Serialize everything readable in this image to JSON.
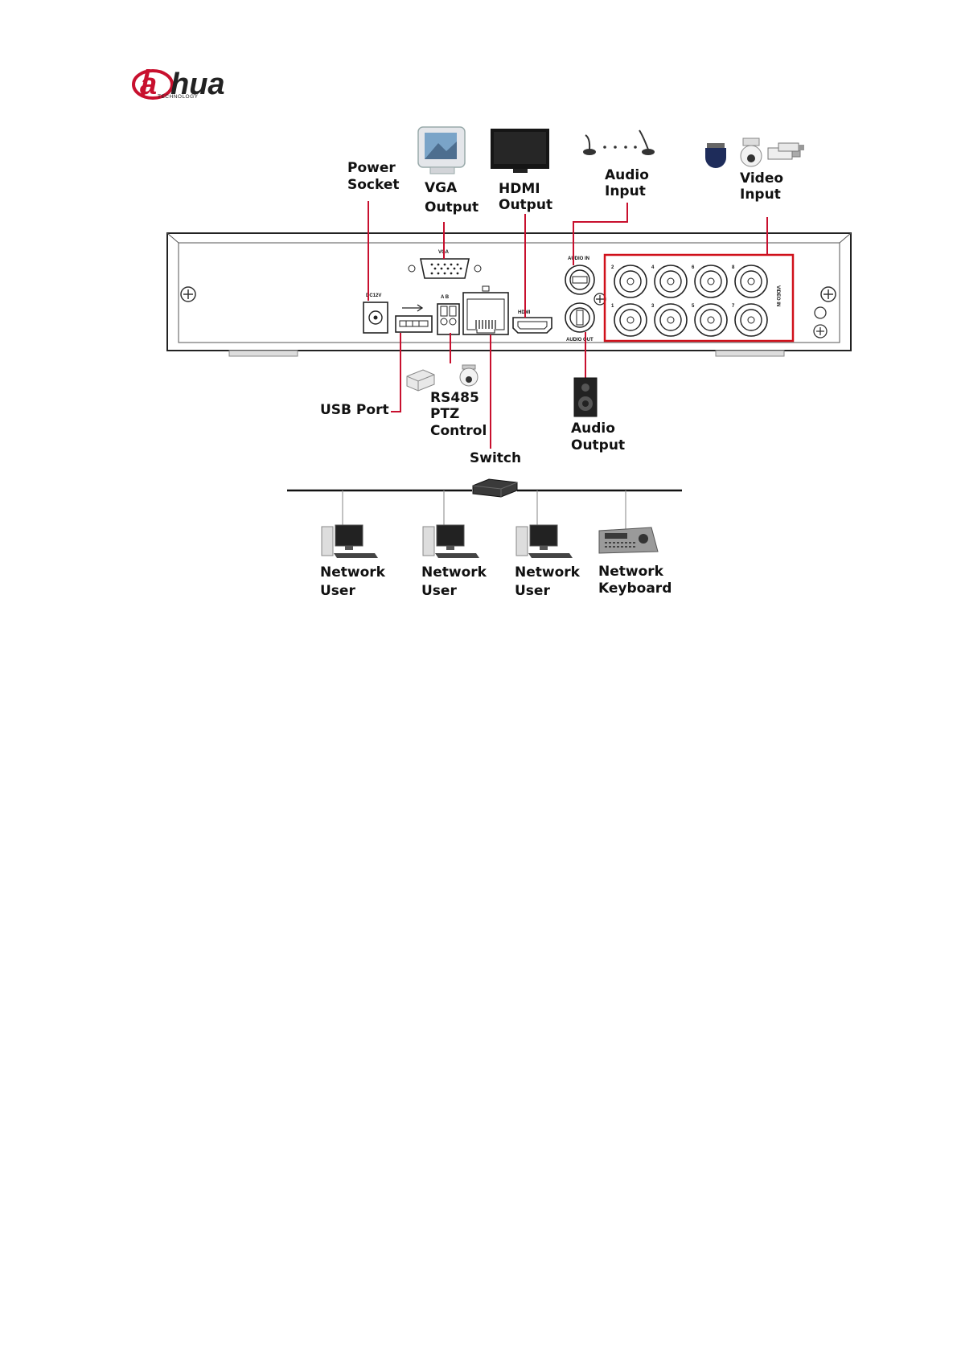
{
  "logo": {
    "brand_left": "a",
    "brand_right": "hua",
    "sub": "TECHNOLOGY",
    "color": "#c8102e"
  },
  "labels": {
    "power_socket": [
      "Power",
      "Socket"
    ],
    "vga_output": [
      "VGA",
      "Output"
    ],
    "hdmi_output": [
      "HDMI",
      "Output"
    ],
    "audio_input": [
      "Audio",
      "Input"
    ],
    "video_input": [
      "Video",
      "Input"
    ],
    "usb_port": "USB Port",
    "rs485": [
      "RS485",
      "PTZ",
      "Control"
    ],
    "audio_output": [
      "Audio",
      "Output"
    ],
    "switch": "Switch",
    "network_users": [
      [
        "Network",
        "User"
      ],
      [
        "Network",
        "User"
      ],
      [
        "Network",
        "User"
      ]
    ],
    "network_keyboard": [
      "Network",
      "Keyboard"
    ]
  },
  "panel_markings": {
    "vga": "VGA",
    "hdmi": "HDMI",
    "audio_in": "AUDIO IN",
    "audio_out": "AUDIO OUT",
    "video_in": "VIDEO IN",
    "power": "DC12V",
    "rs485": "A B",
    "channels_top": [
      "2",
      "4",
      "6",
      "8"
    ],
    "channels_bottom": [
      "1",
      "3",
      "5",
      "7"
    ]
  },
  "icons": [
    "crt-monitor-icon",
    "lcd-tv-icon",
    "microphone-icon",
    "dome-camera-icon",
    "ptz-camera-icon",
    "box-camera-icon",
    "usb-drive-icon",
    "speaker-icon",
    "network-switch-icon",
    "desktop-pc-icon",
    "keyboard-controller-icon"
  ],
  "colors": {
    "connector_line": "#c8102e",
    "highlight_box": "#d0101a",
    "panel": "#ffffff"
  }
}
